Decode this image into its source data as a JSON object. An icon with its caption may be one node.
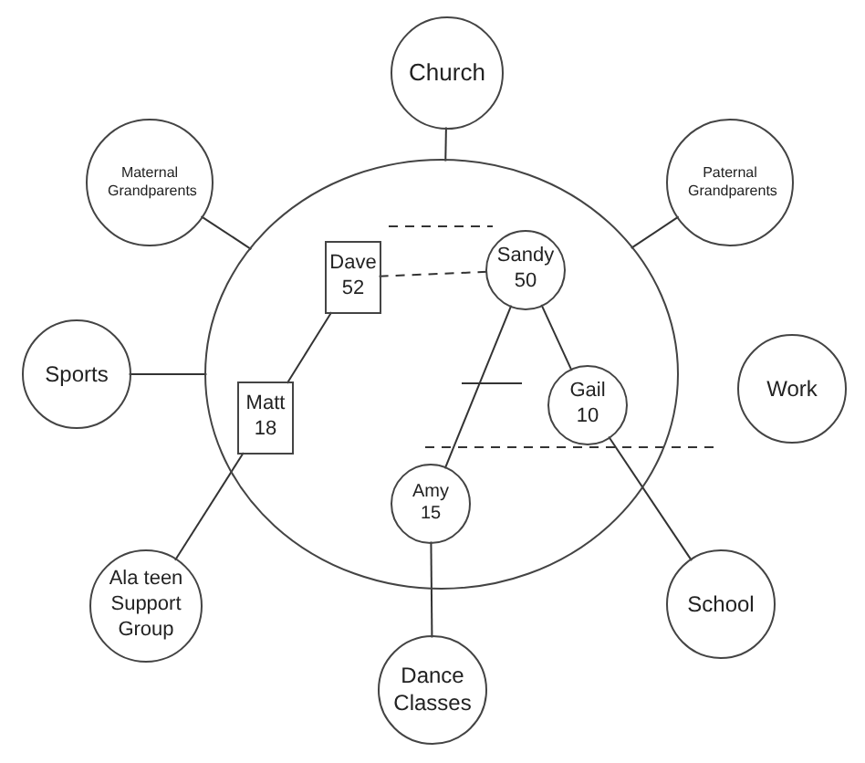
{
  "diagram": {
    "nodes": [
      {
        "text": [
          "Church"
        ]
      },
      {
        "text": [
          "Maternal Grandparents"
        ]
      },
      {
        "text": [
          "Paternal Grandparents"
        ]
      },
      {
        "text": [],
        "shape": "circle"
      },
      {
        "text": [
          "Dave",
          "52"
        ],
        "in": 3
      },
      {
        "text": [
          "Sandy",
          "50"
        ],
        "in": 3
      },
      {
        "text": [
          "Sports"
        ]
      },
      {
        "text": [
          "Matt",
          "18"
        ],
        "in": 3
      },
      {
        "text": [
          "Gail",
          "10"
        ],
        "in": 3
      },
      {
        "text": [
          "Work"
        ]
      },
      {
        "text": [
          "Amy",
          "15"
        ],
        "in": 3
      },
      {
        "text": [
          "Ala teen Support Group"
        ]
      },
      {
        "text": [
          "School"
        ]
      },
      {
        "text": [
          "Dance Classes"
        ]
      }
    ],
    "edges": [
      {
        "from": 0,
        "to": 3,
        "arrow": "none"
      },
      {
        "from": 1,
        "to": 3,
        "arrow": "none"
      },
      {
        "from": 2,
        "to": 3,
        "arrow": "none"
      },
      {
        "from": 6,
        "to": 3,
        "arrow": "none"
      },
      {
        "from": 4,
        "to": 5,
        "arrow": "none",
        "style": "dashed"
      },
      {
        "from": 4,
        "to": 7,
        "arrow": "none"
      },
      {
        "from": 5,
        "to": 10,
        "arrow": "none"
      },
      {
        "from": 5,
        "to": 8,
        "arrow": "none"
      },
      {
        "from": 7,
        "to": 11,
        "arrow": "none"
      },
      {
        "from": 10,
        "to": 13,
        "arrow": "none"
      },
      {
        "from": 8,
        "to": 12,
        "arrow": "none"
      }
    ]
  }
}
